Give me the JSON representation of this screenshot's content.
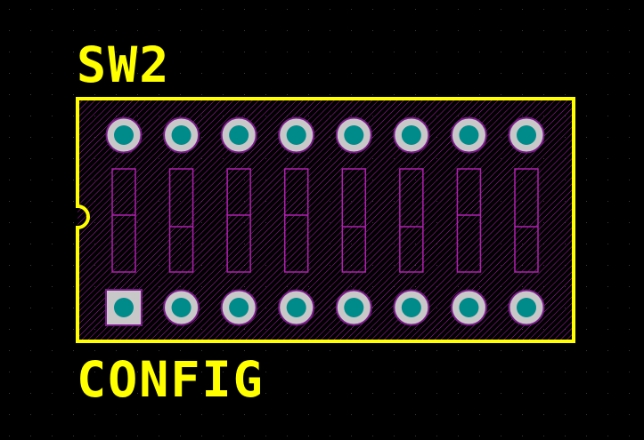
{
  "designator": "SW2",
  "comment": "CONFIG",
  "colors": {
    "background": "#000000",
    "grid_dot": "#3a3a3a",
    "silkscreen": "#ffff00",
    "body_hatch": "#b020b0",
    "pad_ring": "#c8c8c8",
    "pad_outline": "#7a1a8a",
    "drill": "#008b8b"
  },
  "switch_count": 8,
  "switch_positions": [
    "up",
    "down",
    "up",
    "up",
    "down",
    "down",
    "up",
    "down"
  ],
  "pin1_shape": "square"
}
